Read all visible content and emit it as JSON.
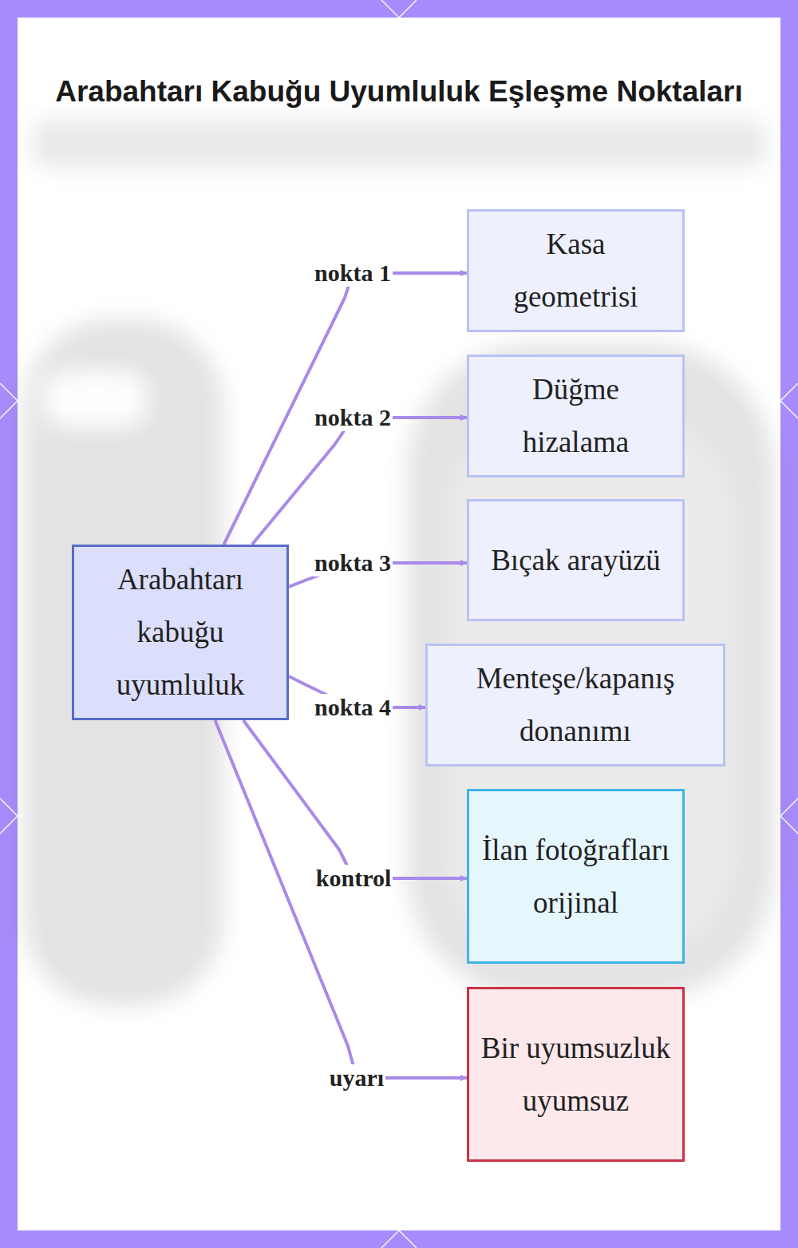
{
  "diagram": {
    "title": "Arabahtarı Kabuğu Uyumluluk Eşleşme Noktaları",
    "nodes": [
      {
        "text": [
          "Arabahtarı kabuğu uyumluluk"
        ]
      },
      {
        "text": [
          "Kasa geometrisi"
        ]
      },
      {
        "text": [
          "Düğme hizalama"
        ]
      },
      {
        "text": [
          "Bıçak arayüzü"
        ]
      },
      {
        "text": [
          "Menteşe/kapanış donanımı"
        ]
      },
      {
        "text": [
          "İlan fotoğrafları orijinal"
        ]
      },
      {
        "text": [
          "Bir uyumsuzluk uyumsuz"
        ]
      }
    ],
    "edges": [
      {
        "from": 0,
        "to": 1,
        "arrow": "to",
        "label": "nokta 1"
      },
      {
        "from": 0,
        "to": 2,
        "arrow": "to",
        "label": "nokta 2"
      },
      {
        "from": 0,
        "to": 3,
        "arrow": "to",
        "label": "nokta 3"
      },
      {
        "from": 0,
        "to": 4,
        "arrow": "to",
        "label": "nokta 4"
      },
      {
        "from": 0,
        "to": 5,
        "arrow": "to",
        "label": "kontrol"
      },
      {
        "from": 0,
        "to": 6,
        "arrow": "to",
        "label": "uyarı"
      }
    ]
  }
}
